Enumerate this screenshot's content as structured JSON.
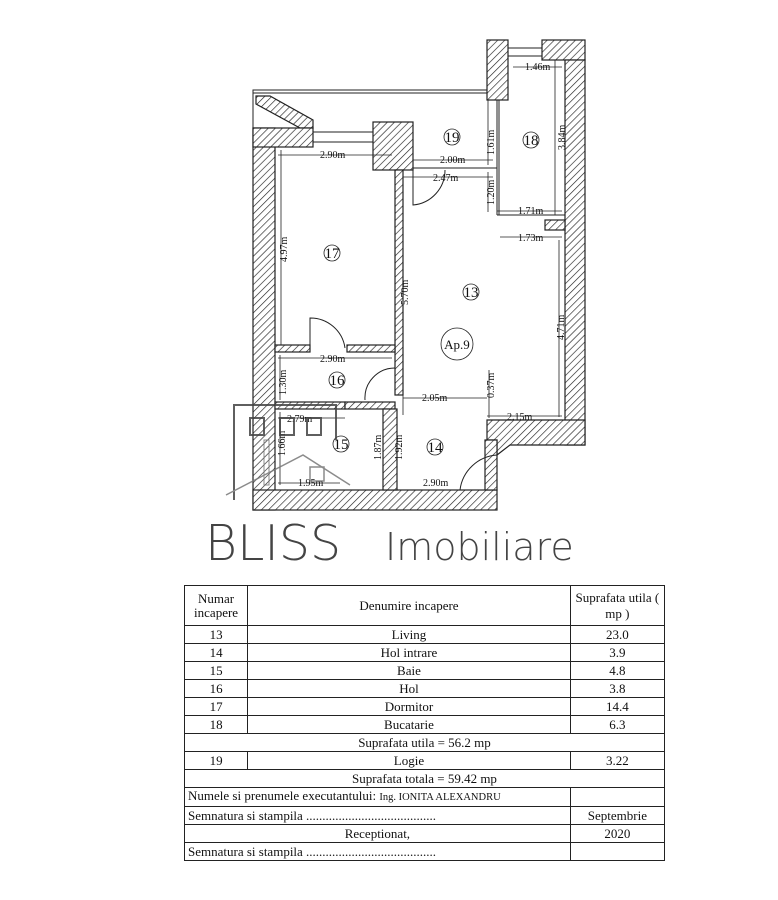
{
  "plan": {
    "apartment_label": "Ap.9",
    "rooms": {
      "r13": "13",
      "r14": "14",
      "r15": "15",
      "r16": "16",
      "r17": "17",
      "r18": "18",
      "r19": "19"
    },
    "dimensions": {
      "d146": "1.46m",
      "d384": "3.84m",
      "d161": "1.61m",
      "d290a": "2.90m",
      "d200": "2.00m",
      "d247": "2.47m",
      "d120": "1.20m",
      "d171": "1.71m",
      "d173": "1.73m",
      "d497": "4.97m",
      "d570": "5.70m",
      "d471": "4.71m",
      "d290b": "2.90m",
      "d130": "1.30m",
      "d205": "2.05m",
      "d037": "0.37m",
      "d215": "2.15m",
      "d279": "2.79m",
      "d166": "1.66m",
      "d187": "1.87m",
      "d192": "1.92m",
      "d195": "1.95m",
      "d290c": "2.90m"
    },
    "watermark": {
      "line1": "BLISS",
      "line2": "Imobiliare"
    }
  },
  "table": {
    "headers": {
      "number": "Numar incapere",
      "name": "Denumire incapere",
      "area": "Suprafata utila ( mp )"
    },
    "rows": [
      {
        "number": "13",
        "name": "Living",
        "area": "23.0"
      },
      {
        "number": "14",
        "name": "Hol intrare",
        "area": "3.9"
      },
      {
        "number": "15",
        "name": "Baie",
        "area": "4.8"
      },
      {
        "number": "16",
        "name": "Hol",
        "area": "3.8"
      },
      {
        "number": "17",
        "name": "Dormitor",
        "area": "14.4"
      },
      {
        "number": "18",
        "name": "Bucatarie",
        "area": "6.3"
      }
    ],
    "useful_total": "Suprafata utila = 56.2 mp",
    "logia": {
      "number": "19",
      "name": "Logie",
      "area": "3.22"
    },
    "grand_total": "Suprafata totala = 59.42 mp",
    "executant_label": "Numele si prenumele executantului:",
    "executant_name": "Ing. IONITA ALEXANDRU",
    "signature1": "Semnatura si stampila  ........................................",
    "month": "Septembrie",
    "received": "Receptionat,",
    "year": "2020",
    "signature2": "Semnatura si stampila  ........................................"
  }
}
